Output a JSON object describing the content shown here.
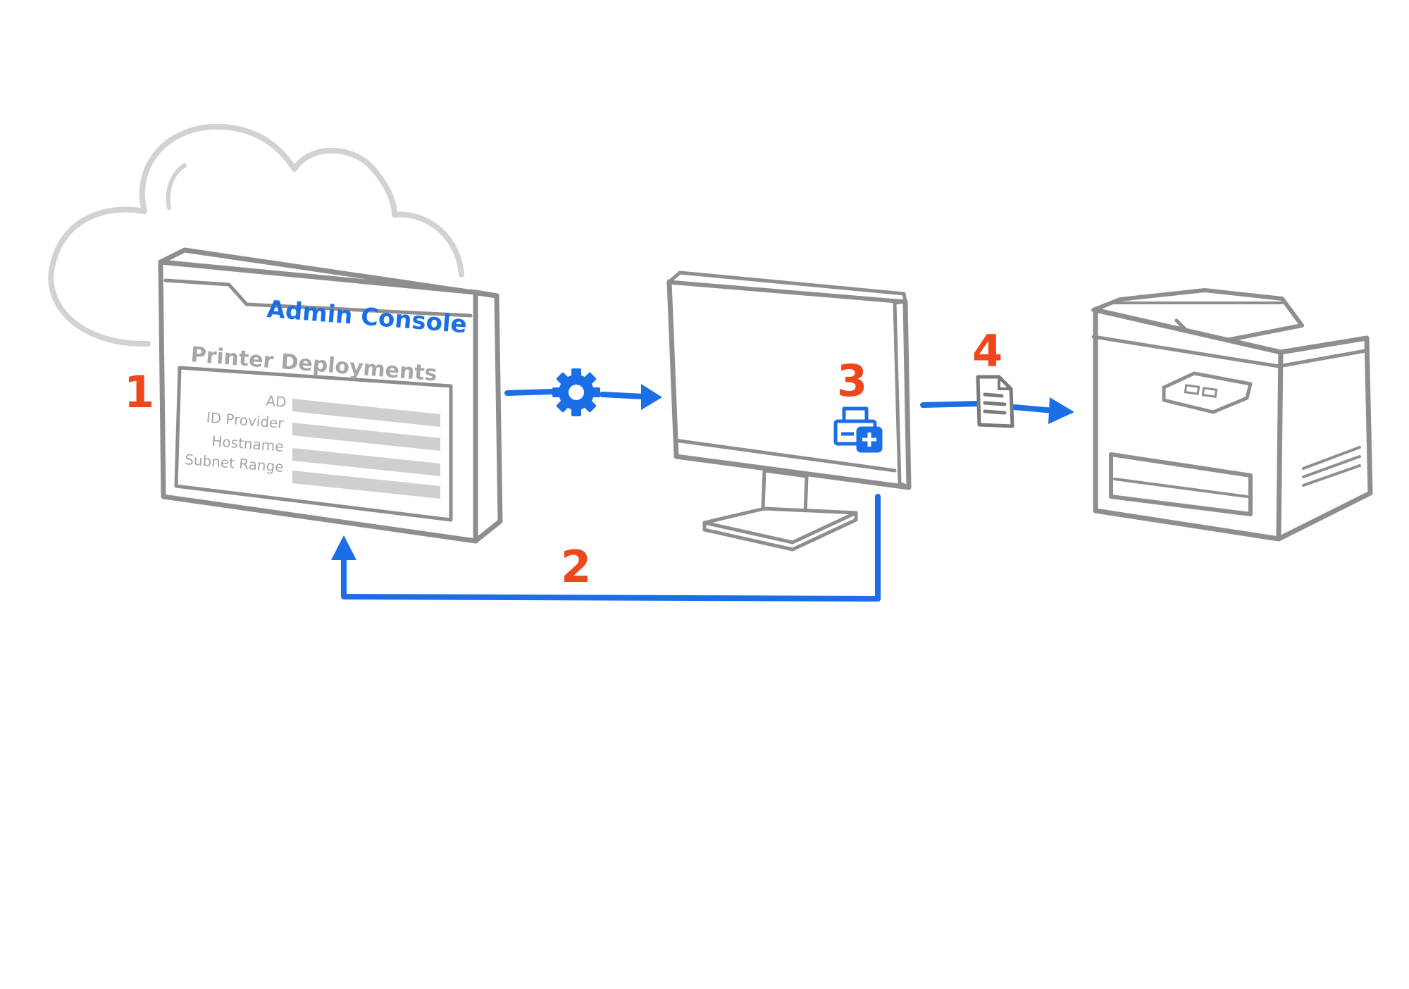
{
  "colors": {
    "accent_blue": "#1a6fe6",
    "step_orange": "#f0461c",
    "line_gray": "#8e8e8e",
    "cloud_gray": "#d2d2d2",
    "field_gray": "#cfcfcf"
  },
  "console": {
    "title": "Admin Console",
    "subtitle": "Printer Deployments",
    "fields": [
      {
        "label": "AD"
      },
      {
        "label": "ID Provider"
      },
      {
        "label": "Hostname"
      },
      {
        "label": "Subnet Range"
      }
    ]
  },
  "steps": {
    "one": "1",
    "two": "2",
    "three": "3",
    "four": "4"
  },
  "icons": {
    "cloud": "cloud-icon",
    "gear": "gear-icon",
    "add_printer": "add-printer-icon",
    "document": "document-icon",
    "monitor": "monitor-icon",
    "printer": "printer-icon"
  }
}
